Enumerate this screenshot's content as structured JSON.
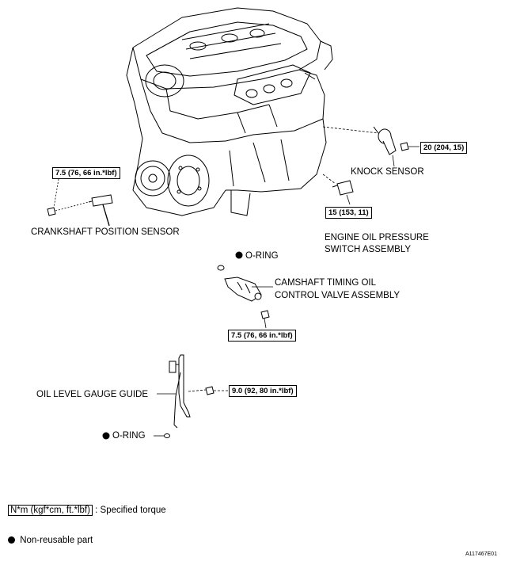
{
  "labels": {
    "crankshaft_sensor": "CRANKSHAFT POSITION SENSOR",
    "knock_sensor": "KNOCK SENSOR",
    "oil_pressure_switch_line1": "ENGINE OIL PRESSURE",
    "oil_pressure_switch_line2": "SWITCH ASSEMBLY",
    "o_ring_top": "O-RING",
    "camshaft_valve_line1": "CAMSHAFT TIMING OIL",
    "camshaft_valve_line2": "CONTROL VALVE ASSEMBLY",
    "oil_level_guide": "OIL LEVEL GAUGE GUIDE",
    "o_ring_bottom": "O-RING"
  },
  "torques": {
    "crankshaft": "7.5 (76, 66 in.*lbf)",
    "knock": "20 (204, 15)",
    "oil_pressure": "15 (153, 11)",
    "camshaft": "7.5 (76, 66 in.*lbf)",
    "oil_gauge": "9.0 (92, 80 in.*lbf)"
  },
  "legend": {
    "torque_unit": "N*m (kgf*cm, ft.*lbf)",
    "torque_desc": ": Specified torque",
    "non_reusable": "Non-reusable part"
  },
  "doc_id": "A117467E01"
}
